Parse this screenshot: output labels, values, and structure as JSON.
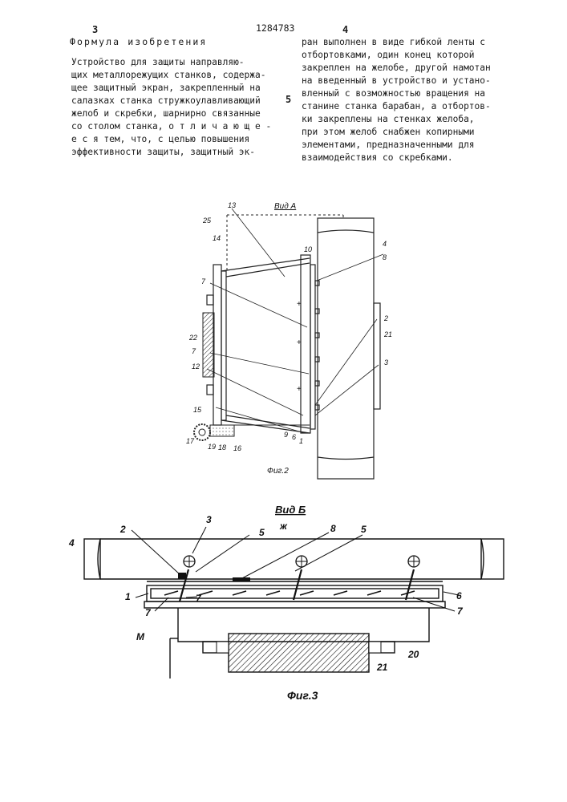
{
  "header": {
    "page_left": "3",
    "patent_number": "1284783",
    "page_right": "4"
  },
  "claims": {
    "title": "Формула изобретения",
    "line_marker": "5",
    "left_column": [
      "  Устройство для защиты направляю-",
      "щих металлорежущих станков, содержа-",
      "щее защитный экран, закрепленный на",
      "салазках станка стружкоулавливающий",
      "желоб и скребки, шарнирно связанные",
      "со столом станка, о т л и ч а ю щ е -",
      "е с я  тем, что, с целью повышения",
      "эффективности защиты, защитный эк-"
    ],
    "right_column": [
      "ран выполнен в виде гибкой ленты с",
      "отбортовками, один конец которой",
      "закреплен на желобе, другой намотан",
      "на введенный в устройство и устано-",
      "вленный  с возможностью вращения на",
      "станине  станка барабан, а отбортов-",
      "ки закреплены на стенках желоба,",
      "при этом желоб снабжен копирными",
      "элементами, предназначенными  для",
      "взаимодействия со скребками."
    ]
  },
  "figure2": {
    "view_label": "Вид А",
    "caption": "Фиг.2",
    "labels": [
      "25",
      "13",
      "14",
      "10",
      "4",
      "8",
      "7",
      "22",
      "7",
      "12",
      "2",
      "21",
      "3",
      "15",
      "17",
      "19",
      "18",
      "16",
      "9",
      "6",
      "1"
    ]
  },
  "figure3": {
    "view_label": "Вид Б",
    "caption": "Фиг.3",
    "labels": [
      "4",
      "2",
      "3",
      "5",
      "ж",
      "8",
      "5",
      "1",
      "7",
      "7",
      "6",
      "7",
      "М",
      "20",
      "21"
    ]
  }
}
